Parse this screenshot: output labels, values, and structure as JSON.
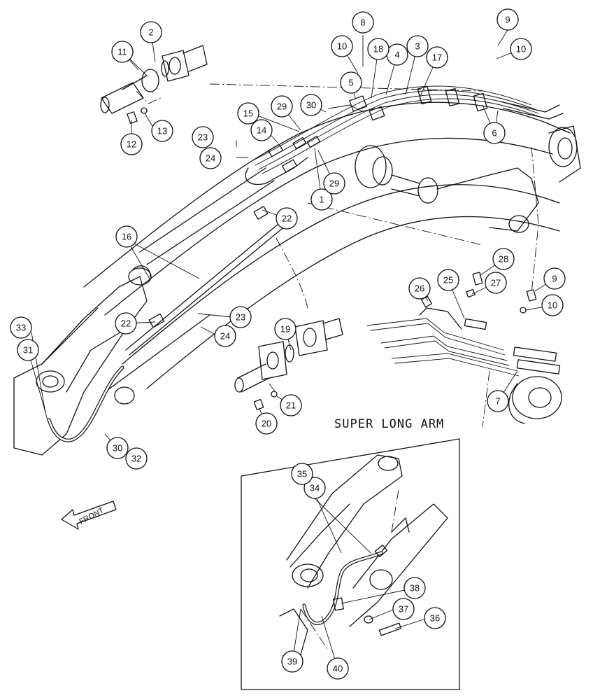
{
  "inset": {
    "title": "SUPER LONG ARM"
  },
  "front_label": "FRONT",
  "callouts": [
    {
      "num": "1"
    },
    {
      "num": "2"
    },
    {
      "num": "3"
    },
    {
      "num": "4"
    },
    {
      "num": "5"
    },
    {
      "num": "6"
    },
    {
      "num": "7"
    },
    {
      "num": "8"
    },
    {
      "num": "9"
    },
    {
      "num": "9"
    },
    {
      "num": "10"
    },
    {
      "num": "10"
    },
    {
      "num": "10"
    },
    {
      "num": "11"
    },
    {
      "num": "12"
    },
    {
      "num": "13"
    },
    {
      "num": "14"
    },
    {
      "num": "15"
    },
    {
      "num": "16"
    },
    {
      "num": "17"
    },
    {
      "num": "18"
    },
    {
      "num": "19"
    },
    {
      "num": "20"
    },
    {
      "num": "21"
    },
    {
      "num": "22"
    },
    {
      "num": "22"
    },
    {
      "num": "23"
    },
    {
      "num": "23"
    },
    {
      "num": "24"
    },
    {
      "num": "24"
    },
    {
      "num": "25"
    },
    {
      "num": "26"
    },
    {
      "num": "27"
    },
    {
      "num": "28"
    },
    {
      "num": "29"
    },
    {
      "num": "29"
    },
    {
      "num": "30"
    },
    {
      "num": "30"
    },
    {
      "num": "31"
    },
    {
      "num": "32"
    },
    {
      "num": "33"
    },
    {
      "num": "34"
    },
    {
      "num": "35"
    },
    {
      "num": "36"
    },
    {
      "num": "37"
    },
    {
      "num": "38"
    },
    {
      "num": "39"
    },
    {
      "num": "40"
    }
  ]
}
